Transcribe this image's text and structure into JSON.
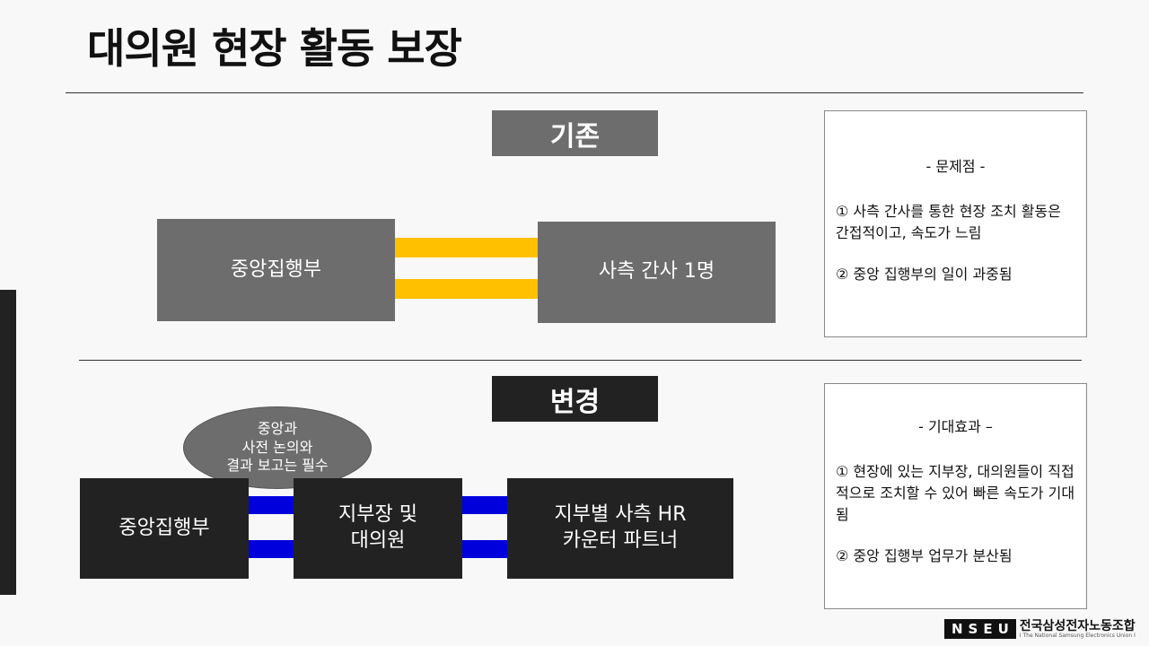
{
  "title": "대의원 현장 활동 보장",
  "before": {
    "label": "기존",
    "left_box": "중앙집행부",
    "right_box": "사측 간사 1명"
  },
  "after": {
    "label": "변경",
    "ellipse": [
      "중앙과",
      "사전 논의와",
      "결과 보고는 필수"
    ],
    "box1": "중앙집행부",
    "box2": [
      "지부장 및",
      "대의원"
    ],
    "box3": [
      "지부별 사측 HR",
      "카운터 파트너"
    ]
  },
  "problems": {
    "heading": "- 문제점 -",
    "items": [
      "① 사측 간사를 통한 현장 조치 활동은 간접적이고, 속도가 느림",
      "② 중앙 집행부의 일이 과중됨"
    ]
  },
  "effects": {
    "heading": "- 기대효과 –",
    "items": [
      "① 현장에 있는 지부장, 대의원들이 직접적으로 조치할 수 있어 빠른 속도가 기대됨",
      "② 중앙 집행부 업무가 분산됨"
    ]
  },
  "logo": {
    "mark": "NSEU",
    "name": "전국삼성전자노동조합",
    "subtitle": "I The National Samsung Electronics Union I"
  },
  "colors": {
    "yellow": "#ffc000",
    "blue": "#0000dd",
    "gray": "#6d6d6d",
    "dark": "#222222"
  }
}
